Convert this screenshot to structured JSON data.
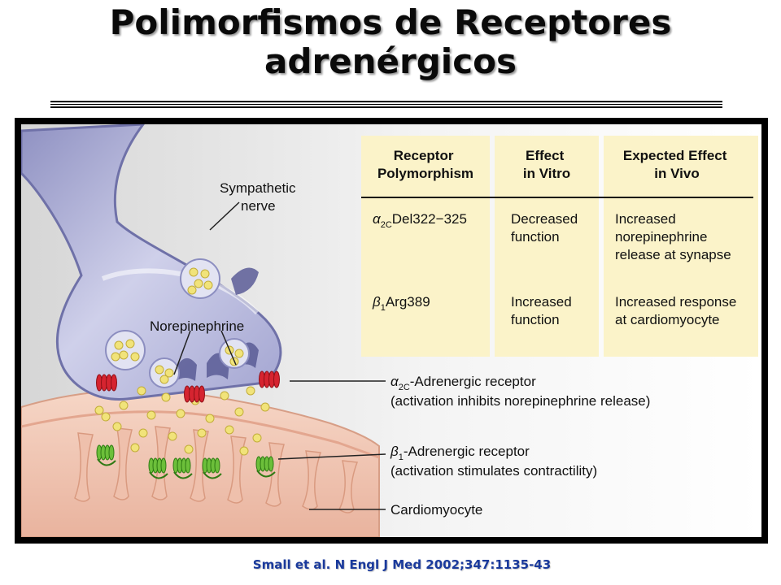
{
  "title": {
    "line1": "Polimorfismos de Receptores",
    "line2": "adrenérgicos"
  },
  "figure": {
    "labels": {
      "sympathetic_nerve_l1": "Sympathetic",
      "sympathetic_nerve_l2": "nerve",
      "norepinephrine": "Norepinephrine",
      "alpha_greek": "α",
      "alpha_sub": "2C",
      "alpha_label": "-Adrenergic receptor",
      "alpha_note": "(activation inhibits norepinephrine release)",
      "beta_greek": "β",
      "beta_sub": "1",
      "beta_label": "-Adrenergic receptor",
      "beta_note": "(activation stimulates contractility)",
      "cardiomyocyte": "Cardiomyocyte"
    },
    "table": {
      "headers": [
        {
          "l1": "Receptor",
          "l2": "Polymorphism"
        },
        {
          "l1": "Effect",
          "l2": "in Vitro"
        },
        {
          "l1": "Expected Effect",
          "l2": "in Vivo"
        }
      ],
      "rows": [
        {
          "greek": "α",
          "sub": "2C",
          "name": "Del322−325",
          "vitro": [
            "Decreased",
            "function"
          ],
          "vivo": [
            "Increased",
            "norepinephrine",
            "release at synapse"
          ]
        },
        {
          "greek": "β",
          "sub": "1",
          "name": "Arg389",
          "vitro": [
            "Increased",
            "function"
          ],
          "vivo": [
            "Increased response",
            "at cardiomyocyte"
          ]
        }
      ]
    }
  },
  "citation": "Small et al. N Engl J Med 2002;347:1135-43",
  "colors": {
    "table_bg": "#fbf3c9",
    "neuron": "#c4c6e4",
    "neuron_dark": "#7e7fb4",
    "vesicle_dot": "#f1e37a",
    "alpha_receptor": "#d62430",
    "beta_receptor": "#6cbf3a",
    "cardiomyocyte": "#f2c7b2",
    "citation": "#1a3a9c"
  }
}
